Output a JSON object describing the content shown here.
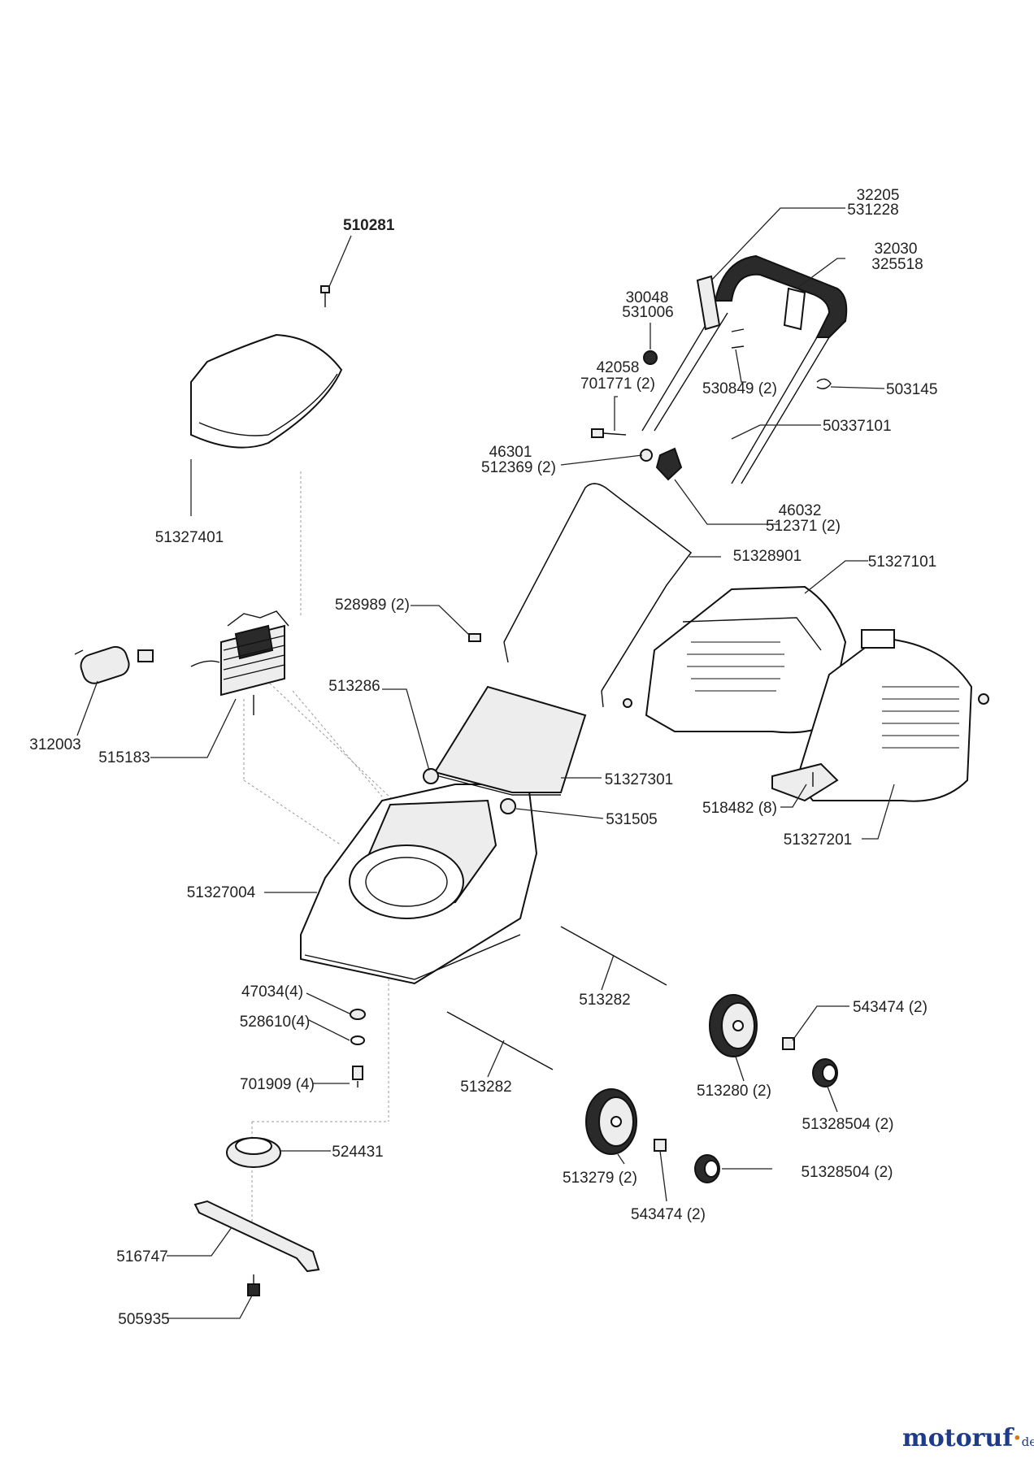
{
  "labels": {
    "l510281": "510281",
    "l32205": "32205",
    "l531228": "531228",
    "l32030": "32030",
    "l325518": "325518",
    "l30048": "30048",
    "l531006": "531006",
    "l42058": "42058",
    "l701771": "701771 (2)",
    "l530849": "530849 (2)",
    "l503145": "503145",
    "l50337101": "50337101",
    "l46301": "46301",
    "l512369": "512369 (2)",
    "l46032": "46032",
    "l512371": "512371 (2)",
    "l51327401": "51327401",
    "l51328901": "51328901",
    "l51327101": "51327101",
    "l528989": "528989 (2)",
    "l312003": "312003",
    "l515183": "515183",
    "l513286": "513286",
    "l51327301": "51327301",
    "l531505": "531505",
    "l518482": "518482 (8)",
    "l51327201": "51327201",
    "l51327004": "51327004",
    "l47034": "47034(4)",
    "l528610": "528610(4)",
    "l701909": "701909 (4)",
    "l513282a": "513282",
    "l513282b": "513282",
    "l543474a": "543474 (2)",
    "l513280": "513280 (2)",
    "l51328504a": "51328504 (2)",
    "l51328504b": "51328504 (2)",
    "l524431": "524431",
    "l513279": "513279 (2)",
    "l543474b": "543474 (2)",
    "l516747": "516747",
    "l505935": "505935"
  },
  "watermark": {
    "name": "motoruf",
    "dot": "·",
    "tld": "de"
  }
}
